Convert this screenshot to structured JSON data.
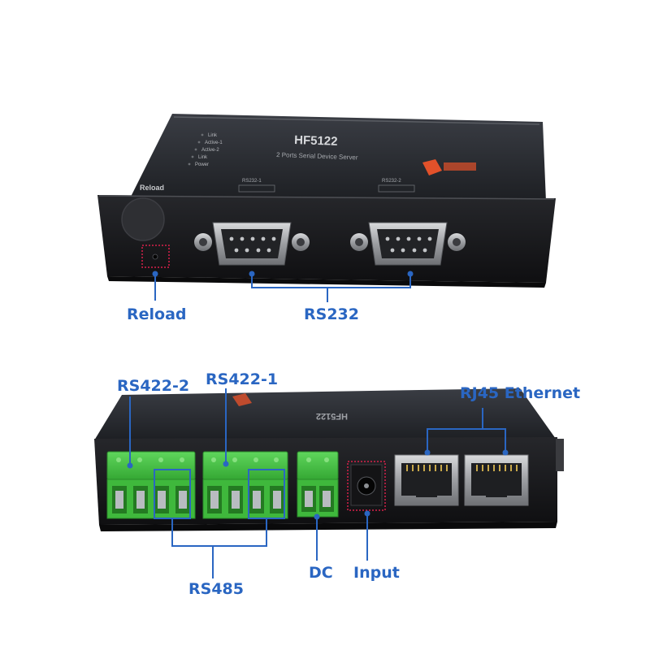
{
  "device": {
    "model": "HF5122",
    "subtitle": "2 Ports Serial Device Server",
    "reload_text": "Reload",
    "led_labels": [
      "Link",
      "Active-1",
      "Active-2",
      "Link",
      "Power"
    ],
    "port1_tag": "RS232-1",
    "port2_tag": "RS232-2"
  },
  "labels": {
    "reload": "Reload",
    "rs232": "RS232",
    "rs422_2": "RS422-2",
    "rs422_1": "RS422-1",
    "rj45": "RJ45 Ethernet",
    "rs485": "RS485",
    "dc": "DC",
    "input": "Input"
  },
  "colors": {
    "callout": "#2a66c2",
    "highlight": "#d8204a",
    "terminal_green": "#4cc24a",
    "chassis": "#1b1b1d"
  }
}
